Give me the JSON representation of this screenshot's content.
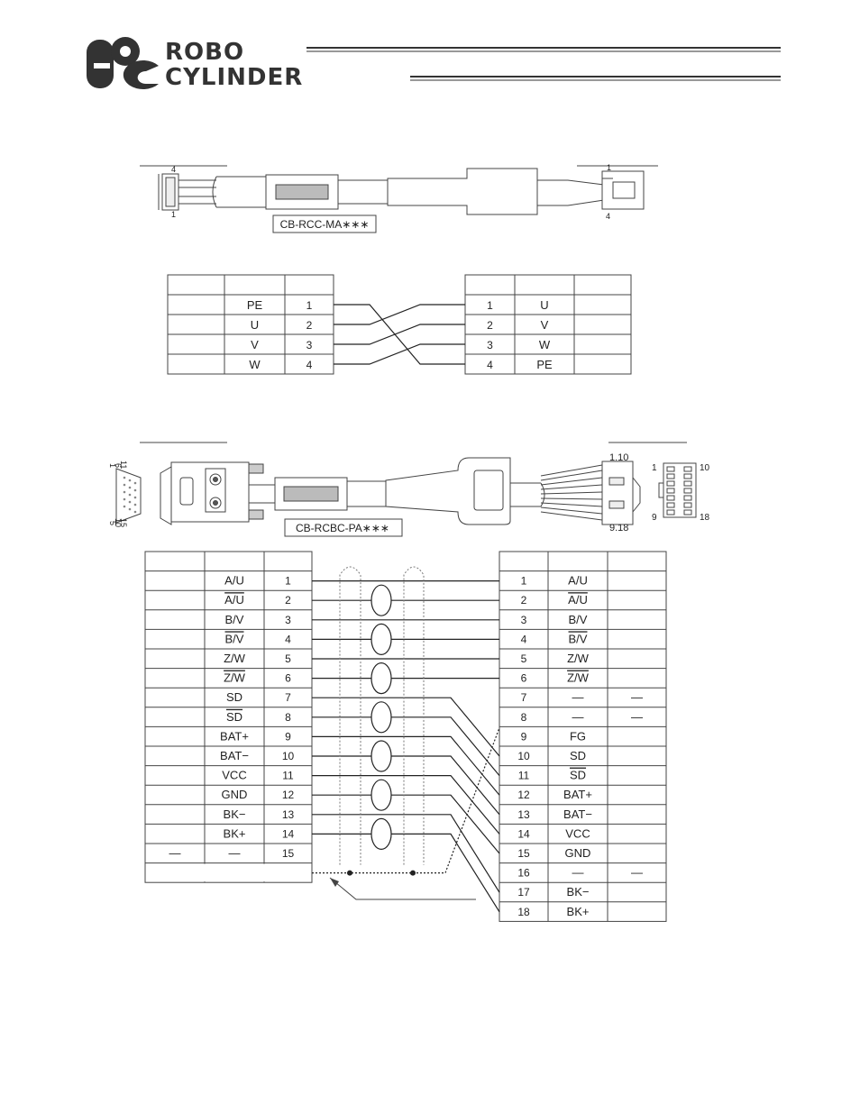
{
  "logo": {
    "mark": "RC",
    "line1": "ROBO",
    "line2": "CYLINDER"
  },
  "motor_cable": {
    "model": "CB-RCC-MA∗∗∗",
    "left_pins": [
      "4",
      "1"
    ],
    "right_pins": [
      "1",
      "4"
    ],
    "left_rows": [
      [
        "PE",
        "1"
      ],
      [
        "U",
        "2"
      ],
      [
        "V",
        "3"
      ],
      [
        "W",
        "4"
      ]
    ],
    "right_rows": [
      [
        "1",
        "U"
      ],
      [
        "2",
        "V"
      ],
      [
        "3",
        "W"
      ],
      [
        "4",
        "PE"
      ]
    ]
  },
  "encoder_cable": {
    "model": "CB-RCBC-PA∗∗∗",
    "dsub_pins": [
      "1",
      "6",
      "11",
      "5",
      "10",
      "15"
    ],
    "conn_pins": [
      "1.10",
      "9.18"
    ],
    "conn_face_pins": [
      "1",
      "10",
      "9",
      "18"
    ],
    "left_rows": [
      [
        "",
        "A/U",
        "1"
      ],
      [
        "",
        "A/U",
        "2"
      ],
      [
        "",
        "B/V",
        "3"
      ],
      [
        "",
        "B/V",
        "4"
      ],
      [
        "",
        "Z/W",
        "5"
      ],
      [
        "",
        "Z/W",
        "6"
      ],
      [
        "",
        "SD",
        "7"
      ],
      [
        "",
        "SD",
        "8"
      ],
      [
        "",
        "BAT+",
        "9"
      ],
      [
        "",
        "BAT−",
        "10"
      ],
      [
        "",
        "VCC",
        "11"
      ],
      [
        "",
        "GND",
        "12"
      ],
      [
        "",
        "BK−",
        "13"
      ],
      [
        "",
        "BK+",
        "14"
      ],
      [
        "—",
        "—",
        "15"
      ]
    ],
    "left_overline": [
      false,
      true,
      false,
      true,
      false,
      true,
      false,
      true,
      false,
      false,
      false,
      false,
      false,
      false,
      false
    ],
    "right_rows": [
      [
        "1",
        "A/U",
        ""
      ],
      [
        "2",
        "A/U",
        ""
      ],
      [
        "3",
        "B/V",
        ""
      ],
      [
        "4",
        "B/V",
        ""
      ],
      [
        "5",
        "Z/W",
        ""
      ],
      [
        "6",
        "Z/W",
        ""
      ],
      [
        "7",
        "—",
        "—"
      ],
      [
        "8",
        "—",
        "—"
      ],
      [
        "9",
        "FG",
        ""
      ],
      [
        "10",
        "SD",
        ""
      ],
      [
        "11",
        "SD",
        ""
      ],
      [
        "12",
        "BAT+",
        ""
      ],
      [
        "13",
        "BAT−",
        ""
      ],
      [
        "14",
        "VCC",
        ""
      ],
      [
        "15",
        "GND",
        ""
      ],
      [
        "16",
        "—",
        "—"
      ],
      [
        "17",
        "BK−",
        ""
      ],
      [
        "18",
        "BK+",
        ""
      ]
    ],
    "right_overline": [
      false,
      true,
      false,
      true,
      false,
      true,
      false,
      false,
      false,
      false,
      true,
      false,
      false,
      false,
      false,
      false,
      false,
      false
    ]
  }
}
